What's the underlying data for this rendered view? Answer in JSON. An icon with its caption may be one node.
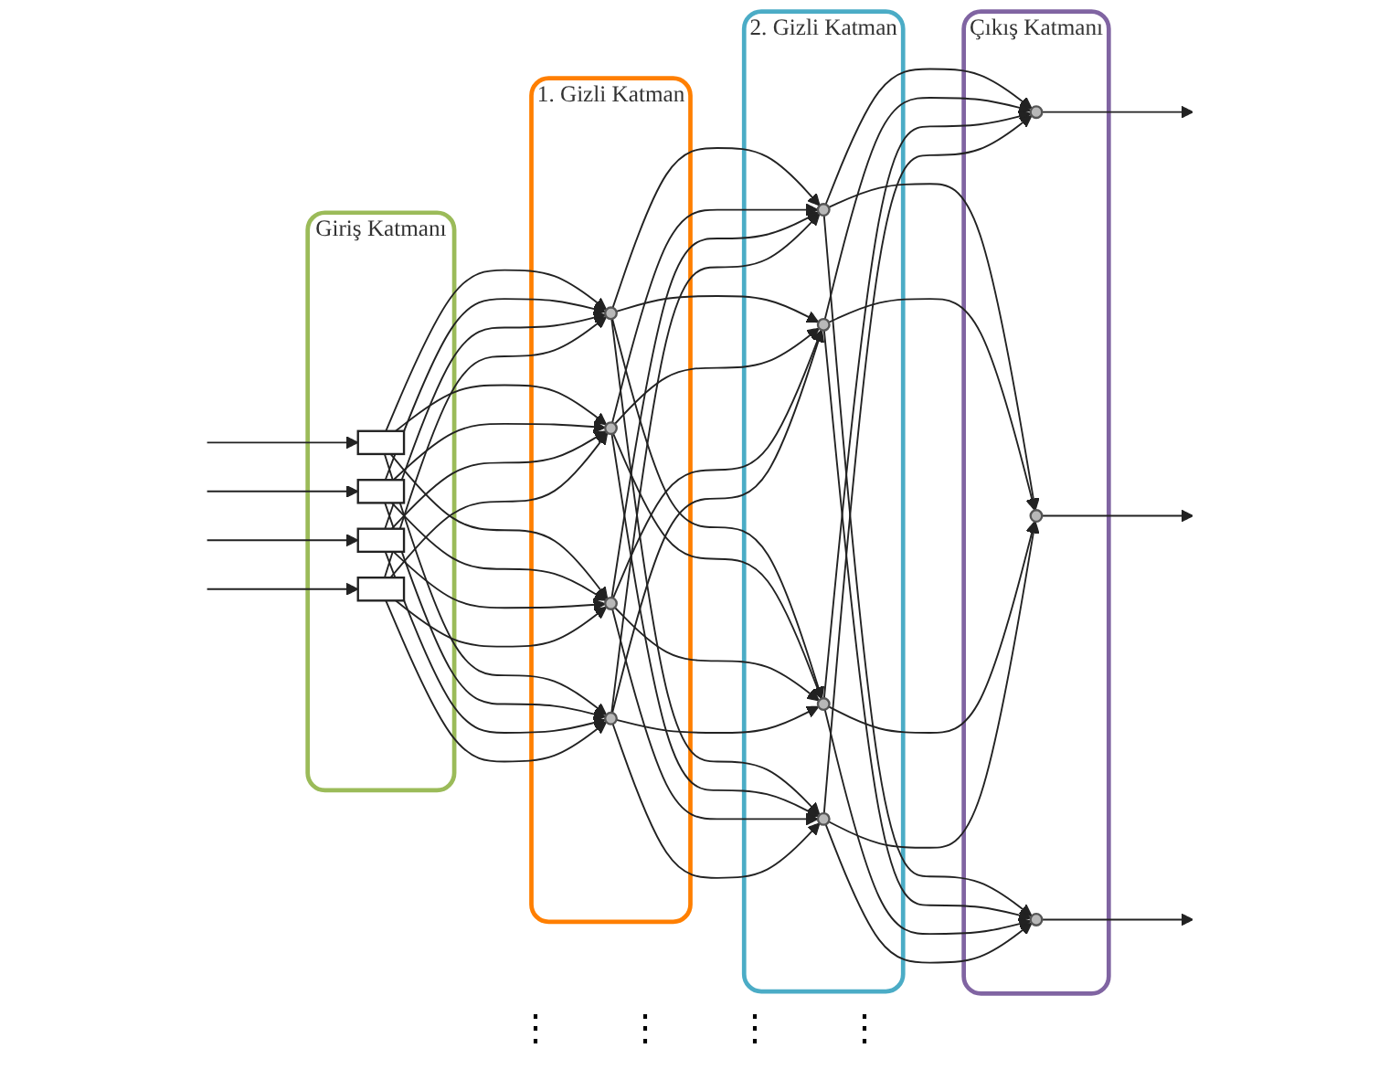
{
  "diagram": {
    "nodes": [
      {
        "text": [
          "Giriş Katmanı"
        ]
      },
      {
        "text": [],
        "shape": "box",
        "in": 0
      },
      {
        "text": [],
        "shape": "box",
        "in": 0
      },
      {
        "text": [],
        "shape": "box",
        "in": 0
      },
      {
        "text": [],
        "shape": "box",
        "in": 0
      },
      {
        "text": [
          "1. Gizli Katman"
        ]
      },
      {
        "text": [],
        "shape": "circle",
        "in": 5
      },
      {
        "text": [],
        "shape": "circle",
        "in": 5
      },
      {
        "text": [],
        "shape": "circle",
        "in": 5
      },
      {
        "text": [],
        "shape": "circle",
        "in": 5
      },
      {
        "text": [
          "2. Gizli Katman"
        ]
      },
      {
        "text": [],
        "shape": "circle",
        "in": 10
      },
      {
        "text": [],
        "shape": "circle",
        "in": 10
      },
      {
        "text": [],
        "shape": "circle",
        "in": 10
      },
      {
        "text": [],
        "shape": "circle",
        "in": 10
      },
      {
        "text": [
          "Çıkış Katmanı"
        ]
      },
      {
        "text": [],
        "shape": "circle",
        "in": 15
      },
      {
        "text": [],
        "shape": "circle",
        "in": 15
      },
      {
        "text": [],
        "shape": "circle",
        "in": 15
      }
    ],
    "edges": [
      {
        "from": null,
        "to": 1,
        "arrow": "to"
      },
      {
        "from": null,
        "to": 2,
        "arrow": "to"
      },
      {
        "from": null,
        "to": 3,
        "arrow": "to"
      },
      {
        "from": null,
        "to": 4,
        "arrow": "to"
      },
      {
        "from": 1,
        "to": 6,
        "arrow": "to"
      },
      {
        "from": 1,
        "to": 7,
        "arrow": "to"
      },
      {
        "from": 1,
        "to": 8,
        "arrow": "to"
      },
      {
        "from": 1,
        "to": 9,
        "arrow": "to"
      },
      {
        "from": 2,
        "to": 6,
        "arrow": "to"
      },
      {
        "from": 2,
        "to": 7,
        "arrow": "to"
      },
      {
        "from": 2,
        "to": 8,
        "arrow": "to"
      },
      {
        "from": 2,
        "to": 9,
        "arrow": "to"
      },
      {
        "from": 3,
        "to": 6,
        "arrow": "to"
      },
      {
        "from": 3,
        "to": 7,
        "arrow": "to"
      },
      {
        "from": 3,
        "to": 8,
        "arrow": "to"
      },
      {
        "from": 3,
        "to": 9,
        "arrow": "to"
      },
      {
        "from": 4,
        "to": 6,
        "arrow": "to"
      },
      {
        "from": 4,
        "to": 7,
        "arrow": "to"
      },
      {
        "from": 4,
        "to": 8,
        "arrow": "to"
      },
      {
        "from": 4,
        "to": 9,
        "arrow": "to"
      },
      {
        "from": 6,
        "to": 11,
        "arrow": "to"
      },
      {
        "from": 6,
        "to": 12,
        "arrow": "to"
      },
      {
        "from": 6,
        "to": 13,
        "arrow": "to"
      },
      {
        "from": 6,
        "to": 14,
        "arrow": "to"
      },
      {
        "from": 7,
        "to": 11,
        "arrow": "to"
      },
      {
        "from": 7,
        "to": 12,
        "arrow": "to"
      },
      {
        "from": 7,
        "to": 13,
        "arrow": "to"
      },
      {
        "from": 7,
        "to": 14,
        "arrow": "to"
      },
      {
        "from": 8,
        "to": 11,
        "arrow": "to"
      },
      {
        "from": 8,
        "to": 12,
        "arrow": "to"
      },
      {
        "from": 8,
        "to": 13,
        "arrow": "to"
      },
      {
        "from": 8,
        "to": 14,
        "arrow": "to"
      },
      {
        "from": 9,
        "to": 11,
        "arrow": "to"
      },
      {
        "from": 9,
        "to": 12,
        "arrow": "to"
      },
      {
        "from": 9,
        "to": 13,
        "arrow": "to"
      },
      {
        "from": 9,
        "to": 14,
        "arrow": "to"
      },
      {
        "from": 11,
        "to": 16,
        "arrow": "to"
      },
      {
        "from": 11,
        "to": 17,
        "arrow": "to"
      },
      {
        "from": 11,
        "to": 18,
        "arrow": "to"
      },
      {
        "from": 12,
        "to": 16,
        "arrow": "to"
      },
      {
        "from": 12,
        "to": 17,
        "arrow": "to"
      },
      {
        "from": 12,
        "to": 18,
        "arrow": "to"
      },
      {
        "from": 13,
        "to": 16,
        "arrow": "to"
      },
      {
        "from": 13,
        "to": 17,
        "arrow": "to"
      },
      {
        "from": 13,
        "to": 18,
        "arrow": "to"
      },
      {
        "from": 14,
        "to": 16,
        "arrow": "to"
      },
      {
        "from": 14,
        "to": 17,
        "arrow": "to"
      },
      {
        "from": 14,
        "to": 18,
        "arrow": "to"
      },
      {
        "from": 16,
        "to": null,
        "arrow": "to"
      },
      {
        "from": 17,
        "to": null,
        "arrow": "to"
      },
      {
        "from": 18,
        "to": null,
        "arrow": "to"
      }
    ],
    "labels": [
      "⋮",
      "⋮",
      "⋮",
      "⋮"
    ]
  }
}
